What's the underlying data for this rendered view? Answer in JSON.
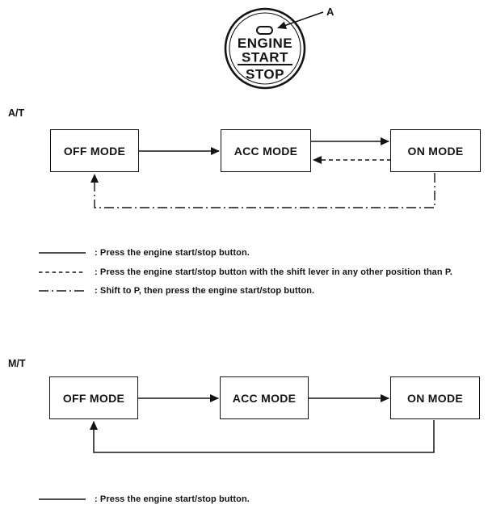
{
  "start_button": {
    "callout_label": "A",
    "text_line1": "ENGINE",
    "text_line2": "START",
    "text_line3": "STOP"
  },
  "at_section": {
    "label": "A/T",
    "nodes": [
      {
        "label": "OFF MODE"
      },
      {
        "label": "ACC MODE"
      },
      {
        "label": "ON MODE"
      }
    ],
    "legend": [
      {
        "style": "solid",
        "text": ": Press the engine start/stop button."
      },
      {
        "style": "dashed",
        "text": ": Press the engine start/stop button with the shift lever in any other position than P."
      },
      {
        "style": "dash-dot",
        "text": ": Shift to P, then press the engine start/stop button."
      }
    ]
  },
  "mt_section": {
    "label": "M/T",
    "nodes": [
      {
        "label": "OFF MODE"
      },
      {
        "label": "ACC MODE"
      },
      {
        "label": "ON MODE"
      }
    ],
    "legend": [
      {
        "style": "solid",
        "text": ": Press the engine start/stop button."
      }
    ]
  },
  "colors": {
    "ink": "#141414",
    "background": "#ffffff"
  }
}
